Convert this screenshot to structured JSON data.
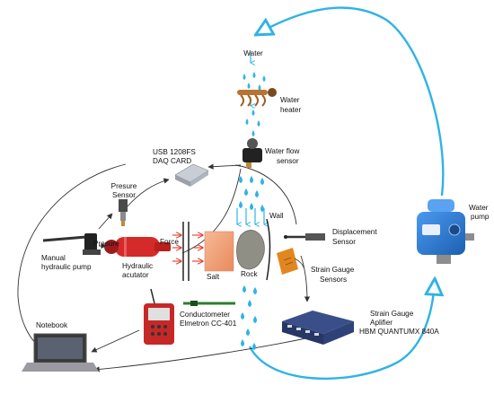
{
  "labels": {
    "water": "Water",
    "water_heater_1": "Water",
    "water_heater_2": "heater",
    "usb_1": "USB 1208FS",
    "usb_2": "DAQ CARD",
    "flow_1": "Water flow",
    "flow_2": "sensor",
    "pressure_sensor_1": "Presure",
    "pressure_sensor_2": "Sensor",
    "wall": "Wall",
    "displacement_1": "Displacement",
    "displacement_2": "Sensor",
    "manual_pump_1": "Manual",
    "manual_pump_2": "hydraulic pump",
    "presure": "Presure",
    "force": "Force",
    "actuator_1": "Hydraulic",
    "actuator_2": "acutator",
    "salt": "Salt",
    "rock": "Rock",
    "sg_sensors_1": "Strain Gauge",
    "sg_sensors_2": "Sensors",
    "conductometer_1": "Conductometer",
    "conductometer_2": "Elmetron CC-401",
    "sg_amp_1": "Strain Gauge",
    "sg_amp_2": "Aplifier",
    "sg_amp_3": "HBM QUANTUMX 840A",
    "notebook": "Notebook",
    "water_pump_1": "Water",
    "water_pump_2": "pump"
  },
  "colors": {
    "water_flow": "#2fb3e6",
    "arrow_red": "#e23b2e",
    "connector": "#333333",
    "salt": "#f2a27a",
    "pump_body": "#2f7fd6"
  },
  "icons": [
    "water-heater-icon",
    "water-flow-sensor-icon",
    "daq-card-icon",
    "pressure-sensor-icon",
    "manual-pump-icon",
    "hydraulic-actuator-icon",
    "salt-sample-icon",
    "rock-sample-icon",
    "displacement-sensor-icon",
    "strain-gauge-sensor-icon",
    "conductometer-icon",
    "strain-gauge-amplifier-icon",
    "notebook-icon",
    "water-pump-icon"
  ]
}
